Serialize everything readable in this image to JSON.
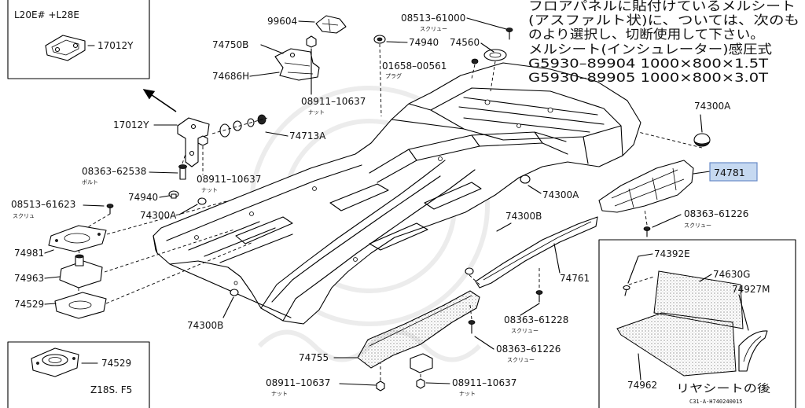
{
  "colors": {
    "line": "#000000",
    "highlight_fill": "#c6d9f1",
    "highlight_border": "#6a8cc7",
    "watermark": "#ececec"
  },
  "highlighted_part": "74781",
  "note": {
    "lines": [
      "フロアパネルに貼付けているメルシート",
      "(アスファルト状)に、ついては、次のも",
      "のより選択し、切断使用して下さい。",
      "メルシート(インシュレーター)感圧式",
      "G5930–89904 1000×800×1.5T",
      "G5930–89905 1000×800×3.0T"
    ]
  },
  "inset_top_left": {
    "engine": "L20E# +L28E",
    "part": "17012Y"
  },
  "inset_bottom_left": {
    "part": "74529",
    "model": "Z18S. F5"
  },
  "inset_bottom_right": {
    "screw": "74392E",
    "insulator_upper": "74630G",
    "trim": "74927M",
    "insulator_lower": "74962",
    "caption": "リヤシートの後",
    "ref_code": "C31-A-H740240015"
  },
  "labels": [
    {
      "part": "99604"
    },
    {
      "part": "74750B"
    },
    {
      "part": "74686H"
    },
    {
      "part": "08911–10637",
      "note": "ナット"
    },
    {
      "part": "17012Y"
    },
    {
      "part": "74713A"
    },
    {
      "part": "08363–62538",
      "note": "ボルト"
    },
    {
      "part": "08911–10637",
      "note": "ナット"
    },
    {
      "part": "74940"
    },
    {
      "part": "74300A"
    },
    {
      "part": "08513–61623",
      "note": "スクリュ"
    },
    {
      "part": "74981"
    },
    {
      "part": "74963"
    },
    {
      "part": "74529"
    },
    {
      "part": "74300B"
    },
    {
      "part": "08513–61000",
      "note": "スクリュー"
    },
    {
      "part": "74940"
    },
    {
      "part": "74560"
    },
    {
      "part": "01658–00561",
      "note": "プラグ"
    },
    {
      "part": "74300A"
    },
    {
      "part": "74781"
    },
    {
      "part": "74300A"
    },
    {
      "part": "08363–61226",
      "note": "スクリュー"
    },
    {
      "part": "74300B"
    },
    {
      "part": "74761"
    },
    {
      "part": "08363–61228",
      "note": "スクリュー"
    },
    {
      "part": "08363–61226",
      "note": "スクリュー"
    },
    {
      "part": "74755"
    },
    {
      "part": "08911–10637",
      "note": "ナット"
    },
    {
      "part": "08911–10637",
      "note": "ナット"
    }
  ]
}
